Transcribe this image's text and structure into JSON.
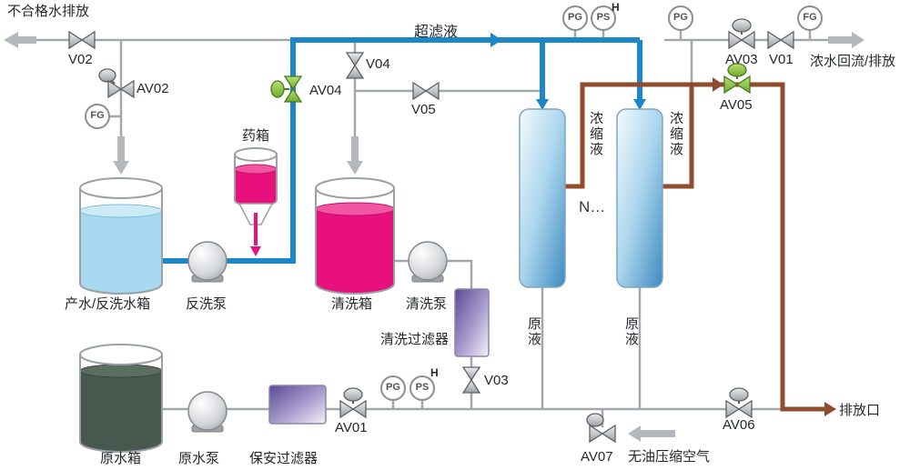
{
  "diagram": {
    "streams": {
      "unqualified_discharge": "不合格水排放",
      "ultrafiltrate": "超滤液",
      "concentrate_left": "浓缩液",
      "concentrate_right": "浓缩液",
      "concentrate_return": "浓水回流/排放",
      "feed_left": "原液",
      "feed_right": "原液",
      "compressed_air": "无油压缩空气",
      "discharge_outlet": "排放口"
    },
    "equipment": {
      "chemical_tank": "药箱",
      "product_tank": "产水/反洗水箱",
      "backwash_pump": "反洗泵",
      "cleaning_tank": "清洗箱",
      "cleaning_pump": "清洗泵",
      "cleaning_filter": "清洗过滤器",
      "raw_water_tank": "原水箱",
      "raw_water_pump": "原水泵",
      "security_filter": "保安过滤器",
      "membrane_count": "N…"
    },
    "valves": {
      "v01": "V01",
      "v02": "V02",
      "v03": "V03",
      "v04": "V04",
      "v05": "V05",
      "av01": "AV01",
      "av02": "AV02",
      "av03": "AV03",
      "av04": "AV04",
      "av05": "AV05",
      "av06": "AV06",
      "av07": "AV07"
    },
    "instruments": {
      "fg_left": "FG",
      "pg_top": "PG",
      "ps_top": "PS",
      "h_top": "H",
      "pg_right": "PG",
      "fg_right": "FG",
      "pg_bottom": "PG",
      "ps_bottom": "PS",
      "h_bottom": "H"
    },
    "colors": {
      "ultrafiltrate_pipe": "#1c87c8",
      "concentrate_pipe": "#8f4c2e",
      "process_pipe": "#a3a7ab",
      "auto_valve_green": "#8cc63e",
      "product_water": "#a8d9f0",
      "chemical_magenta": "#e8117d",
      "raw_water_green": "#47594e",
      "filter_purple": "#5a4a96"
    }
  }
}
